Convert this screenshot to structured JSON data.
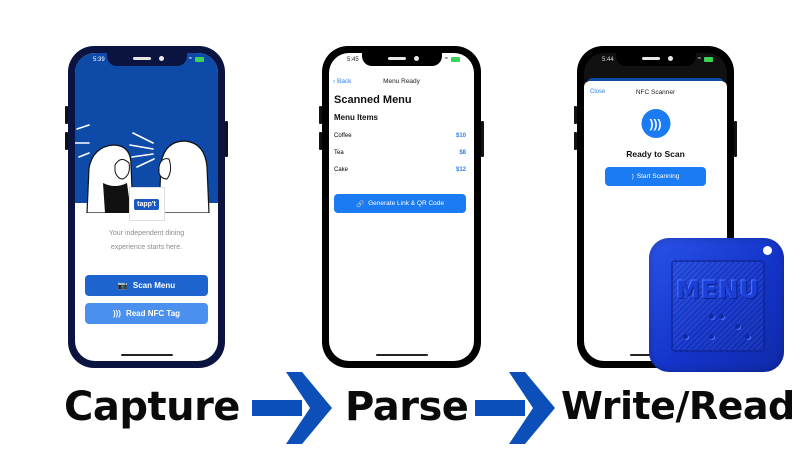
{
  "phones": {
    "capture": {
      "status": {
        "time": "5:39"
      },
      "logo_text": "tapp't",
      "tagline_line1": "Your independent dining",
      "tagline_line2": "experience starts here.",
      "scan_menu_label": "Scan Menu",
      "read_nfc_label": "Read NFC Tag"
    },
    "parse": {
      "status": {
        "time": "5:45"
      },
      "nav": {
        "back_label": "Back",
        "title": "Menu Ready"
      },
      "heading": "Scanned Menu",
      "section_label": "Menu Items",
      "items": [
        {
          "name": "Coffee",
          "price": "$10"
        },
        {
          "name": "Tea",
          "price": "$8"
        },
        {
          "name": "Cake",
          "price": "$12"
        }
      ],
      "generate_label": "Generate Link & QR Code"
    },
    "write_read": {
      "status": {
        "time": "5:44"
      },
      "close_label": "Close",
      "title": "NFC Scanner",
      "status_text": "Ready to Scan",
      "start_label": "Start Scanning"
    }
  },
  "nfc_tag": {
    "label": "MENU",
    "color": "#1a3fd8"
  },
  "captions": {
    "step1": "Capture",
    "step2": "Parse",
    "step3": "Write/Read"
  },
  "colors": {
    "accent_blue": "#1a7bf2",
    "arrow_blue": "#0d4fb8",
    "hero_blue": "#0e4aa8"
  }
}
